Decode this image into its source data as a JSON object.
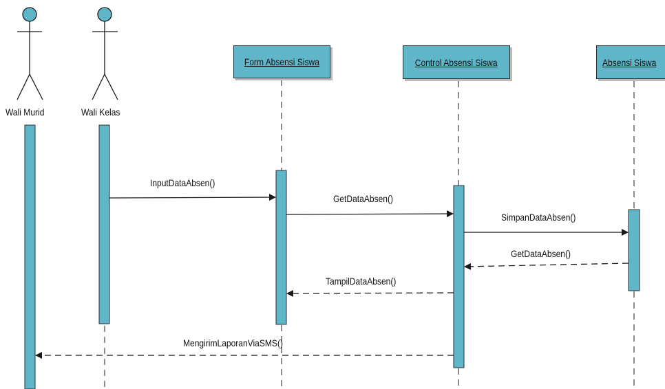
{
  "actors": [
    {
      "id": "wali-murid",
      "name": "Wali Murid"
    },
    {
      "id": "wali-kelas",
      "name": "Wali Kelas"
    }
  ],
  "objects": [
    {
      "id": "form-absensi-siswa",
      "name": "Form Absensi Siswa"
    },
    {
      "id": "control-absensi-siswa",
      "name": "Control Absensi Siswa"
    },
    {
      "id": "absensi-siswa",
      "name": "Absensi Siswa"
    }
  ],
  "messages": [
    {
      "id": "m1",
      "label": "InputDataAbsen()",
      "from": "wali-kelas",
      "to": "form-absensi-siswa",
      "kind": "call"
    },
    {
      "id": "m2",
      "label": "GetDataAbsen()",
      "from": "form-absensi-siswa",
      "to": "control-absensi-siswa",
      "kind": "call"
    },
    {
      "id": "m3",
      "label": "SimpanDataAbsen()",
      "from": "control-absensi-siswa",
      "to": "absensi-siswa",
      "kind": "call"
    },
    {
      "id": "m4",
      "label": "GetDataAbsen()",
      "from": "absensi-siswa",
      "to": "control-absensi-siswa",
      "kind": "return"
    },
    {
      "id": "m5",
      "label": "TampilDataAbsen()",
      "from": "control-absensi-siswa",
      "to": "form-absensi-siswa",
      "kind": "return"
    },
    {
      "id": "m6",
      "label": "MengirimLaporanViaSMS()",
      "from": "control-absensi-siswa",
      "to": "wali-murid",
      "kind": "return"
    }
  ],
  "colors": {
    "activation": "#5fb6c8",
    "outline": "#2e2e2e",
    "shadow": "#b9b9b9",
    "line": "#1a1a1a"
  }
}
